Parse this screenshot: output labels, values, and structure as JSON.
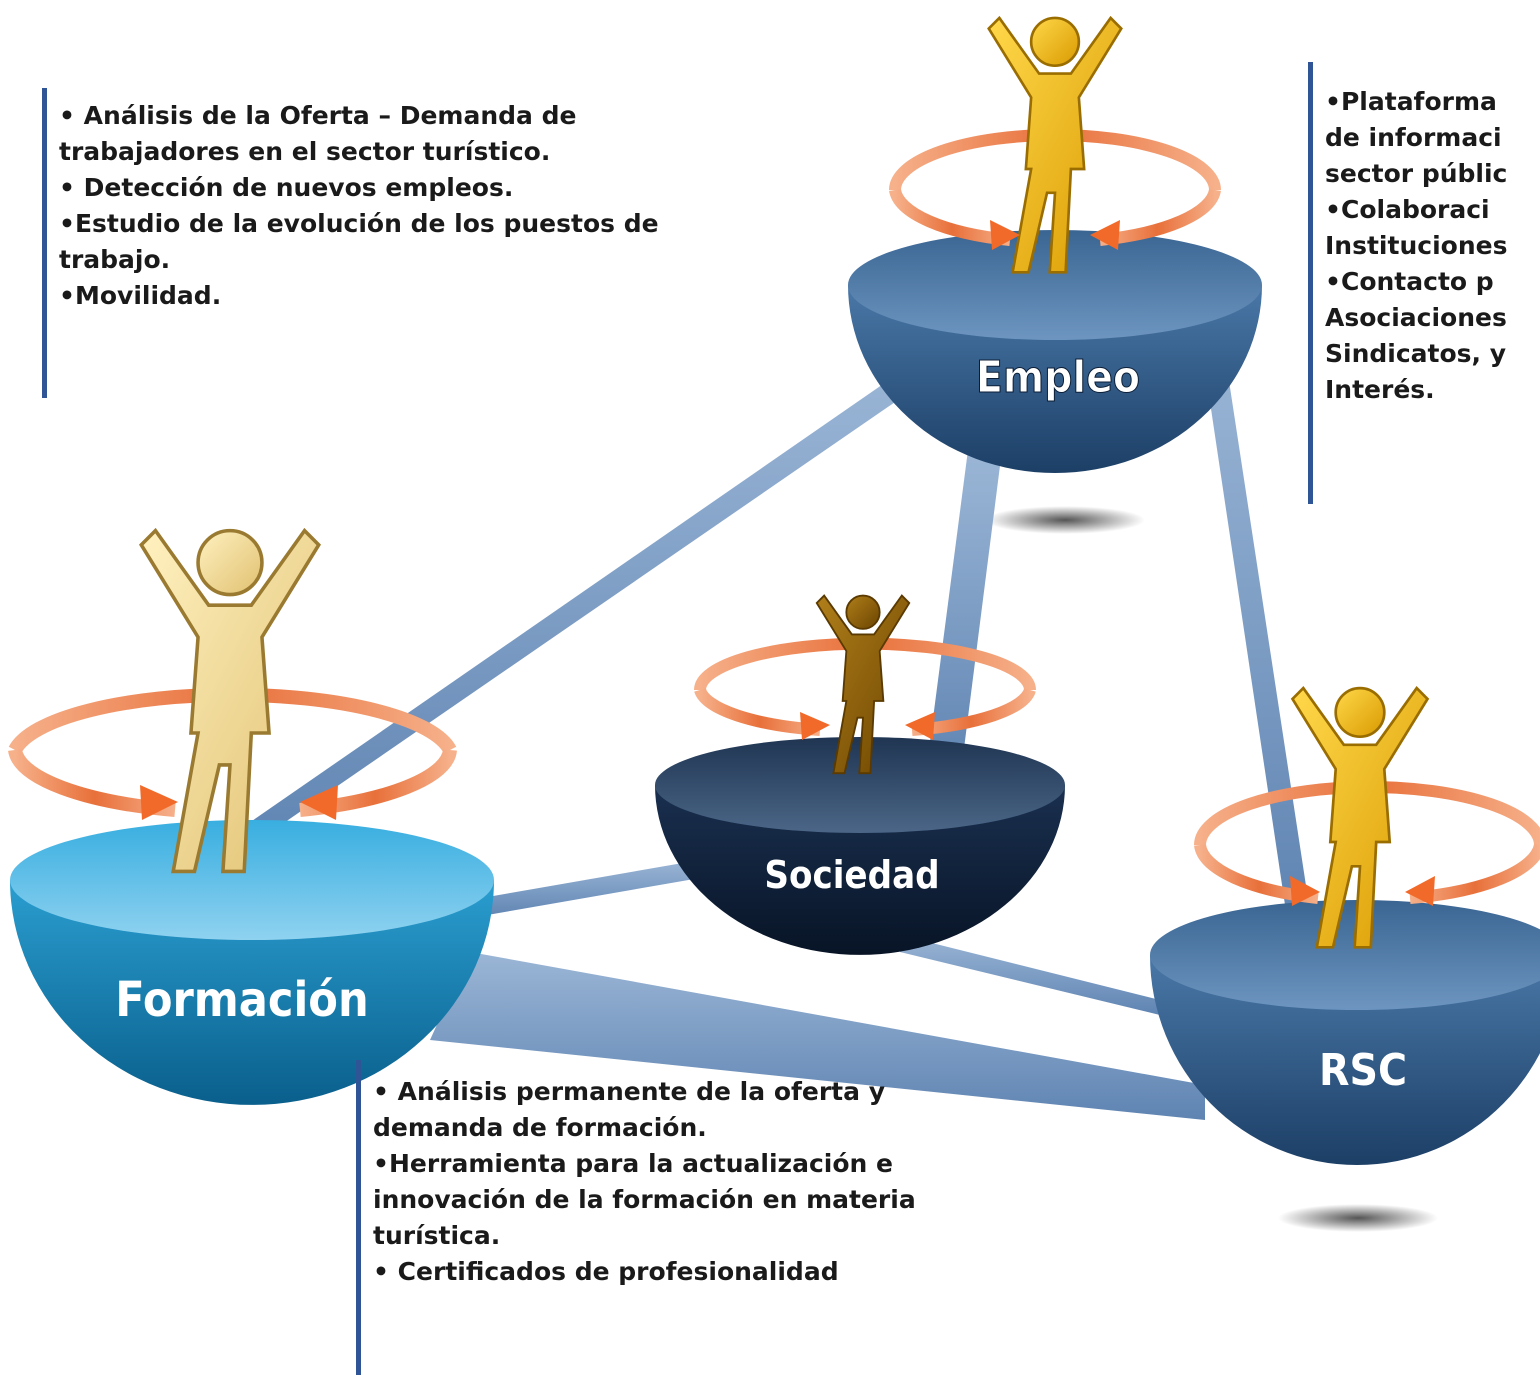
{
  "hubs": {
    "empleo": "Empleo",
    "sociedad": "Sociedad",
    "formacion": "Formación",
    "rsc": "RSC"
  },
  "blocks": {
    "empleo": [
      "• Análisis de la Oferta – Demanda  de",
      "trabajadores en el sector turístico.",
      "•  Detección de nuevos empleos.",
      "•Estudio de la evolución de los puestos de",
      "trabajo.",
      "•Movilidad."
    ],
    "institucional": [
      "•Plataforma",
      "de informaci",
      "sector públic",
      "•Colaboraci",
      "Instituciones",
      "•Contacto p",
      "Asociaciones",
      "Sindicatos, y",
      "Interés."
    ],
    "formacion": [
      "•  Análisis permanente de la oferta y",
      "demanda de formación.",
      "•Herramienta para la actualización e",
      "innovación de la formación en materia",
      "turística.",
      "•  Certificados de profesionalidad"
    ]
  },
  "colors": {
    "accent_bar": "#2f5597",
    "connector": "#6f93bf",
    "figure_gold": "#e8b000",
    "figure_cream": "#f3dfa0",
    "figure_brown": "#8a5c05",
    "arrow_orange": "#f26a2a"
  }
}
